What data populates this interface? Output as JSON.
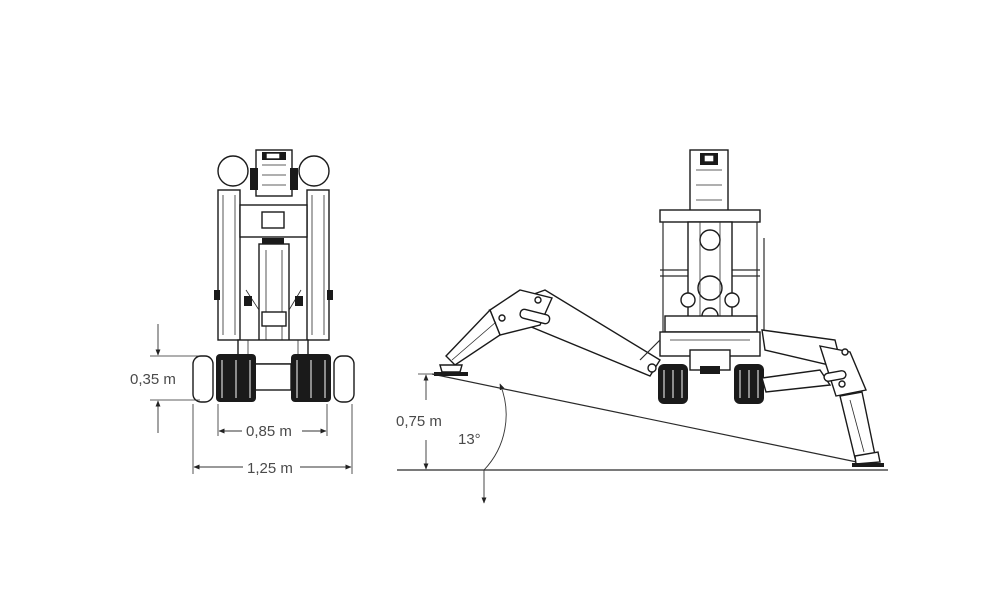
{
  "front_view": {
    "track_height": "0,35 m",
    "track_inner_width": "0,85 m",
    "overall_width": "1,25 m"
  },
  "side_view": {
    "outrigger_height": "0,75 m",
    "slope_angle": "13°"
  },
  "colors": {
    "line": "#1a1a1a",
    "dimension_text": "#4a4a4a",
    "background": "#ffffff"
  }
}
